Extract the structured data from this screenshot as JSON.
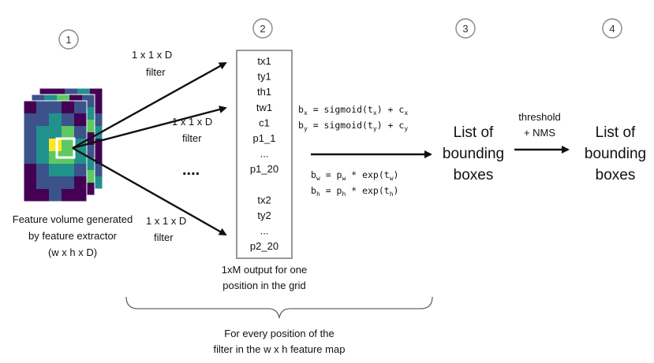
{
  "steps": [
    "1",
    "2",
    "3",
    "4"
  ],
  "filter_labels": {
    "top": [
      "1 x 1 x D",
      "filter"
    ],
    "mid": [
      "1 x 1 x D",
      "filter"
    ],
    "bottom": [
      "1 x 1 x D",
      "filter"
    ]
  },
  "ellipsis": "....",
  "feature_volume_caption": [
    "Feature volume generated",
    "by feature extractor",
    "(w x h x D)"
  ],
  "output_vector": [
    "tx1",
    "ty1",
    "th1",
    "tw1",
    "c1",
    "p1_1",
    "...",
    "p1_20",
    "",
    "tx2",
    "ty2",
    "...",
    "p2_20"
  ],
  "output_caption": [
    "1xM output for one",
    "position in the grid"
  ],
  "equations": {
    "bx": {
      "lhs": "b",
      "lhs_sub": "x",
      "rhs": " = sigmoid(t",
      "rhs_sub": "x",
      "tail": ") + c",
      "tail_sub": "x"
    },
    "by": {
      "lhs": "b",
      "lhs_sub": "y",
      "rhs": " = sigmoid(t",
      "rhs_sub": "y",
      "tail": ") + c",
      "tail_sub": "y"
    },
    "bw": {
      "lhs": "b",
      "lhs_sub": "w",
      "rhs": " = p",
      "rhs_sub": "w",
      "tail": " * exp(t",
      "tail_sub": "w",
      "end": ")"
    },
    "bh": {
      "lhs": "b",
      "lhs_sub": "h",
      "rhs": " = p",
      "rhs_sub": "h",
      "tail": " * exp(t",
      "tail_sub": "h",
      "end": ")"
    }
  },
  "list3": [
    "List of",
    "bounding",
    "boxes"
  ],
  "threshold_label": [
    "threshold",
    "+ NMS"
  ],
  "list4": [
    "List of",
    "bounding",
    "boxes"
  ],
  "brace_caption": [
    "For every position of the",
    "filter in the w x h feature map"
  ],
  "colors": {
    "volume": [
      "#440154",
      "#3b528b",
      "#21918c",
      "#5ec962",
      "#fde725"
    ],
    "highlight_border": "#ffffff"
  }
}
